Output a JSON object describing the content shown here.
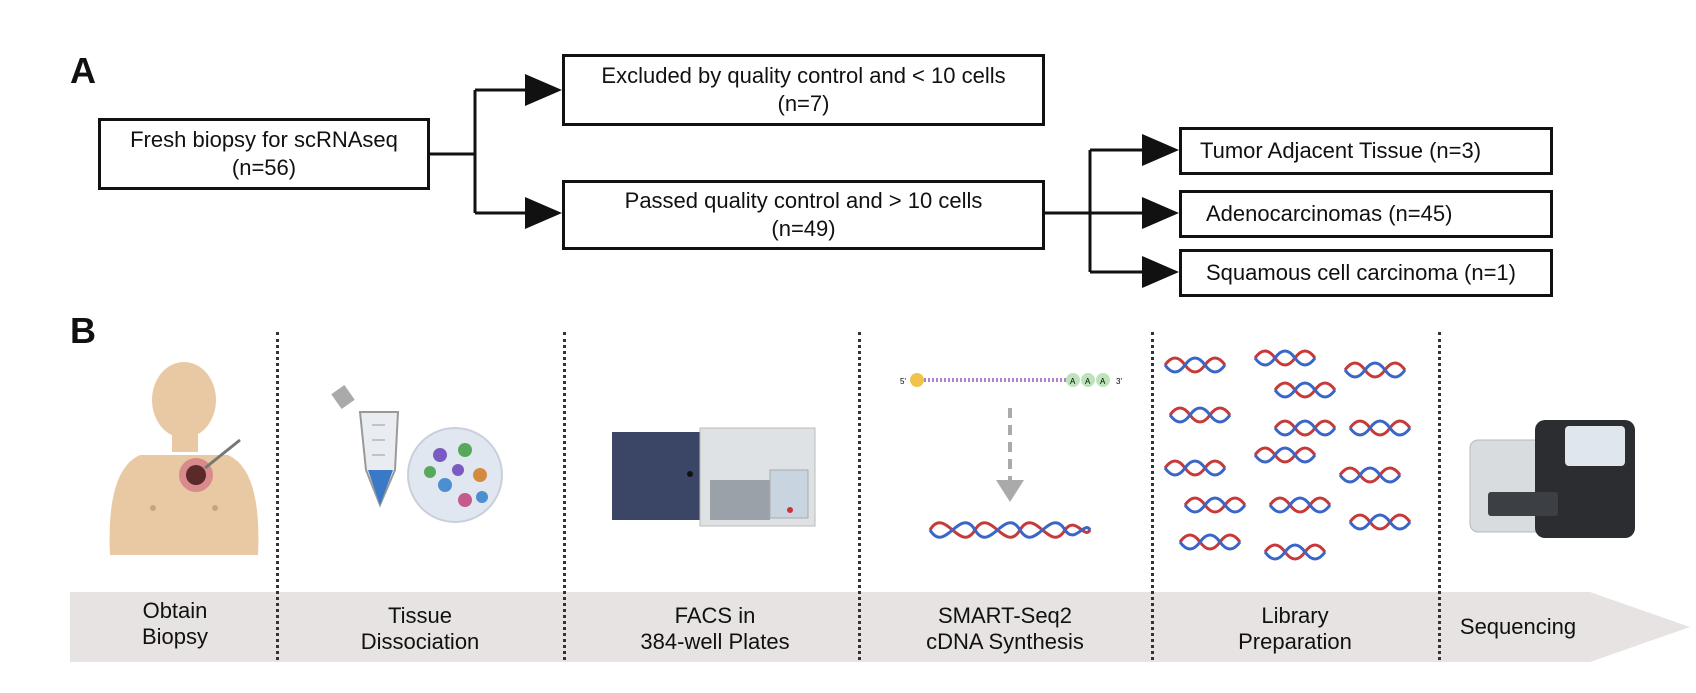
{
  "panel_a": {
    "label": "A",
    "root": {
      "line1": "Fresh biopsy for scRNAseq",
      "line2": "(n=56)"
    },
    "excluded": {
      "line1": "Excluded by quality control and < 10 cells",
      "line2": "(n=7)"
    },
    "passed": {
      "line1": "Passed quality control and > 10 cells",
      "line2": "(n=49)"
    },
    "outcomes": [
      {
        "label": "Tumor Adjacent Tissue (n=3)"
      },
      {
        "label": "Adenocarcinomas (n=45)"
      },
      {
        "label": "Squamous cell carcinoma (n=1)"
      }
    ]
  },
  "panel_b": {
    "label": "B",
    "steps": [
      {
        "line1": "Obtain",
        "line2": "Biopsy"
      },
      {
        "line1": "Tissue",
        "line2": "Dissociation"
      },
      {
        "line1": "FACS in",
        "line2": "384-well Plates"
      },
      {
        "line1": "SMART-Seq2",
        "line2": "cDNA Synthesis"
      },
      {
        "line1": "Library",
        "line2": "Preparation"
      },
      {
        "line1": "Sequencing",
        "line2": ""
      }
    ],
    "cdna_labels": {
      "five_prime": "5'",
      "three_prime": "3'",
      "poly_a": "A"
    }
  }
}
